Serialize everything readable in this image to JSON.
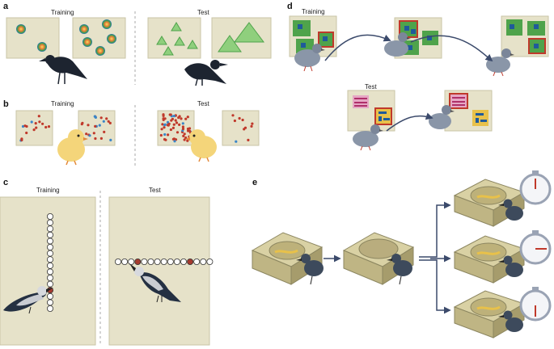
{
  "panels": {
    "a": {
      "letter": "a",
      "training": "Training",
      "test": "Test"
    },
    "b": {
      "letter": "b",
      "training": "Training",
      "test": "Test"
    },
    "c": {
      "letter": "c",
      "training": "Training",
      "test": "Test"
    },
    "d": {
      "letter": "d",
      "training": "Training",
      "test": "Test"
    },
    "e": {
      "letter": "e"
    }
  },
  "colors": {
    "card": "#e6e2c9",
    "green": "#4fa34b",
    "blue": "#1f5a9a",
    "red": "#c0392b",
    "pink": "#e6a7c4",
    "yellow": "#e8c14a",
    "bird_dark": "#243042",
    "pigeon": "#8a96a8",
    "chick": "#f4d57a",
    "arrow": "#3b4a6b"
  }
}
